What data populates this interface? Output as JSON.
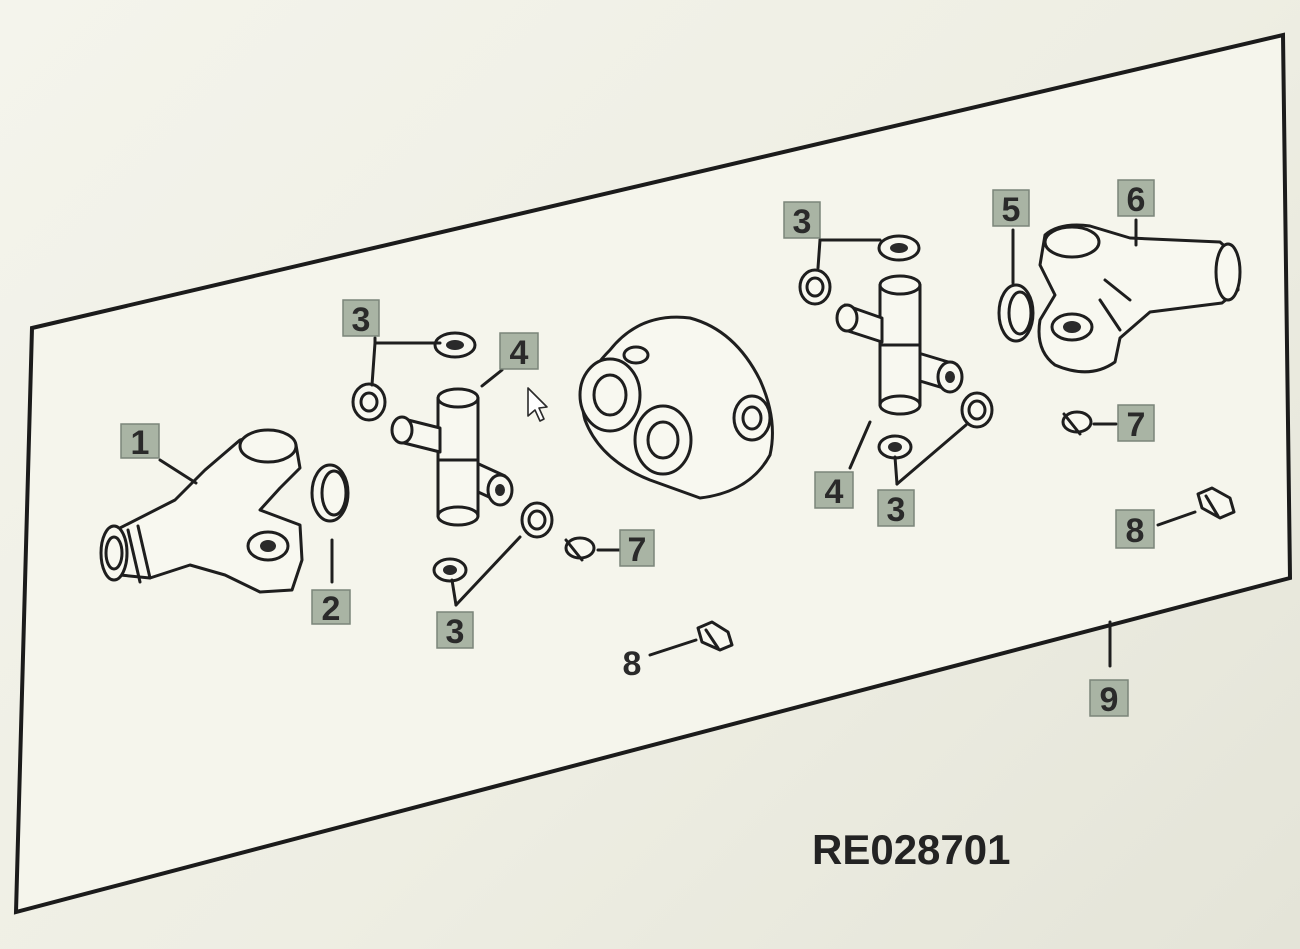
{
  "diagram": {
    "reference_code": "RE028701",
    "callouts": [
      {
        "id": "c1",
        "label": "1",
        "boxed": true
      },
      {
        "id": "c2",
        "label": "2",
        "boxed": true
      },
      {
        "id": "c3a",
        "label": "3",
        "boxed": true
      },
      {
        "id": "c4a",
        "label": "4",
        "boxed": true
      },
      {
        "id": "c3b",
        "label": "3",
        "boxed": true
      },
      {
        "id": "c7a",
        "label": "7",
        "boxed": true
      },
      {
        "id": "c8a",
        "label": "8",
        "boxed": false
      },
      {
        "id": "c3c",
        "label": "3",
        "boxed": true
      },
      {
        "id": "c5",
        "label": "5",
        "boxed": true
      },
      {
        "id": "c6",
        "label": "6",
        "boxed": true
      },
      {
        "id": "c4b",
        "label": "4",
        "boxed": true
      },
      {
        "id": "c3d",
        "label": "3",
        "boxed": true
      },
      {
        "id": "c7b",
        "label": "7",
        "boxed": true
      },
      {
        "id": "c8b",
        "label": "8",
        "boxed": true
      },
      {
        "id": "c9",
        "label": "9",
        "boxed": true
      }
    ]
  }
}
